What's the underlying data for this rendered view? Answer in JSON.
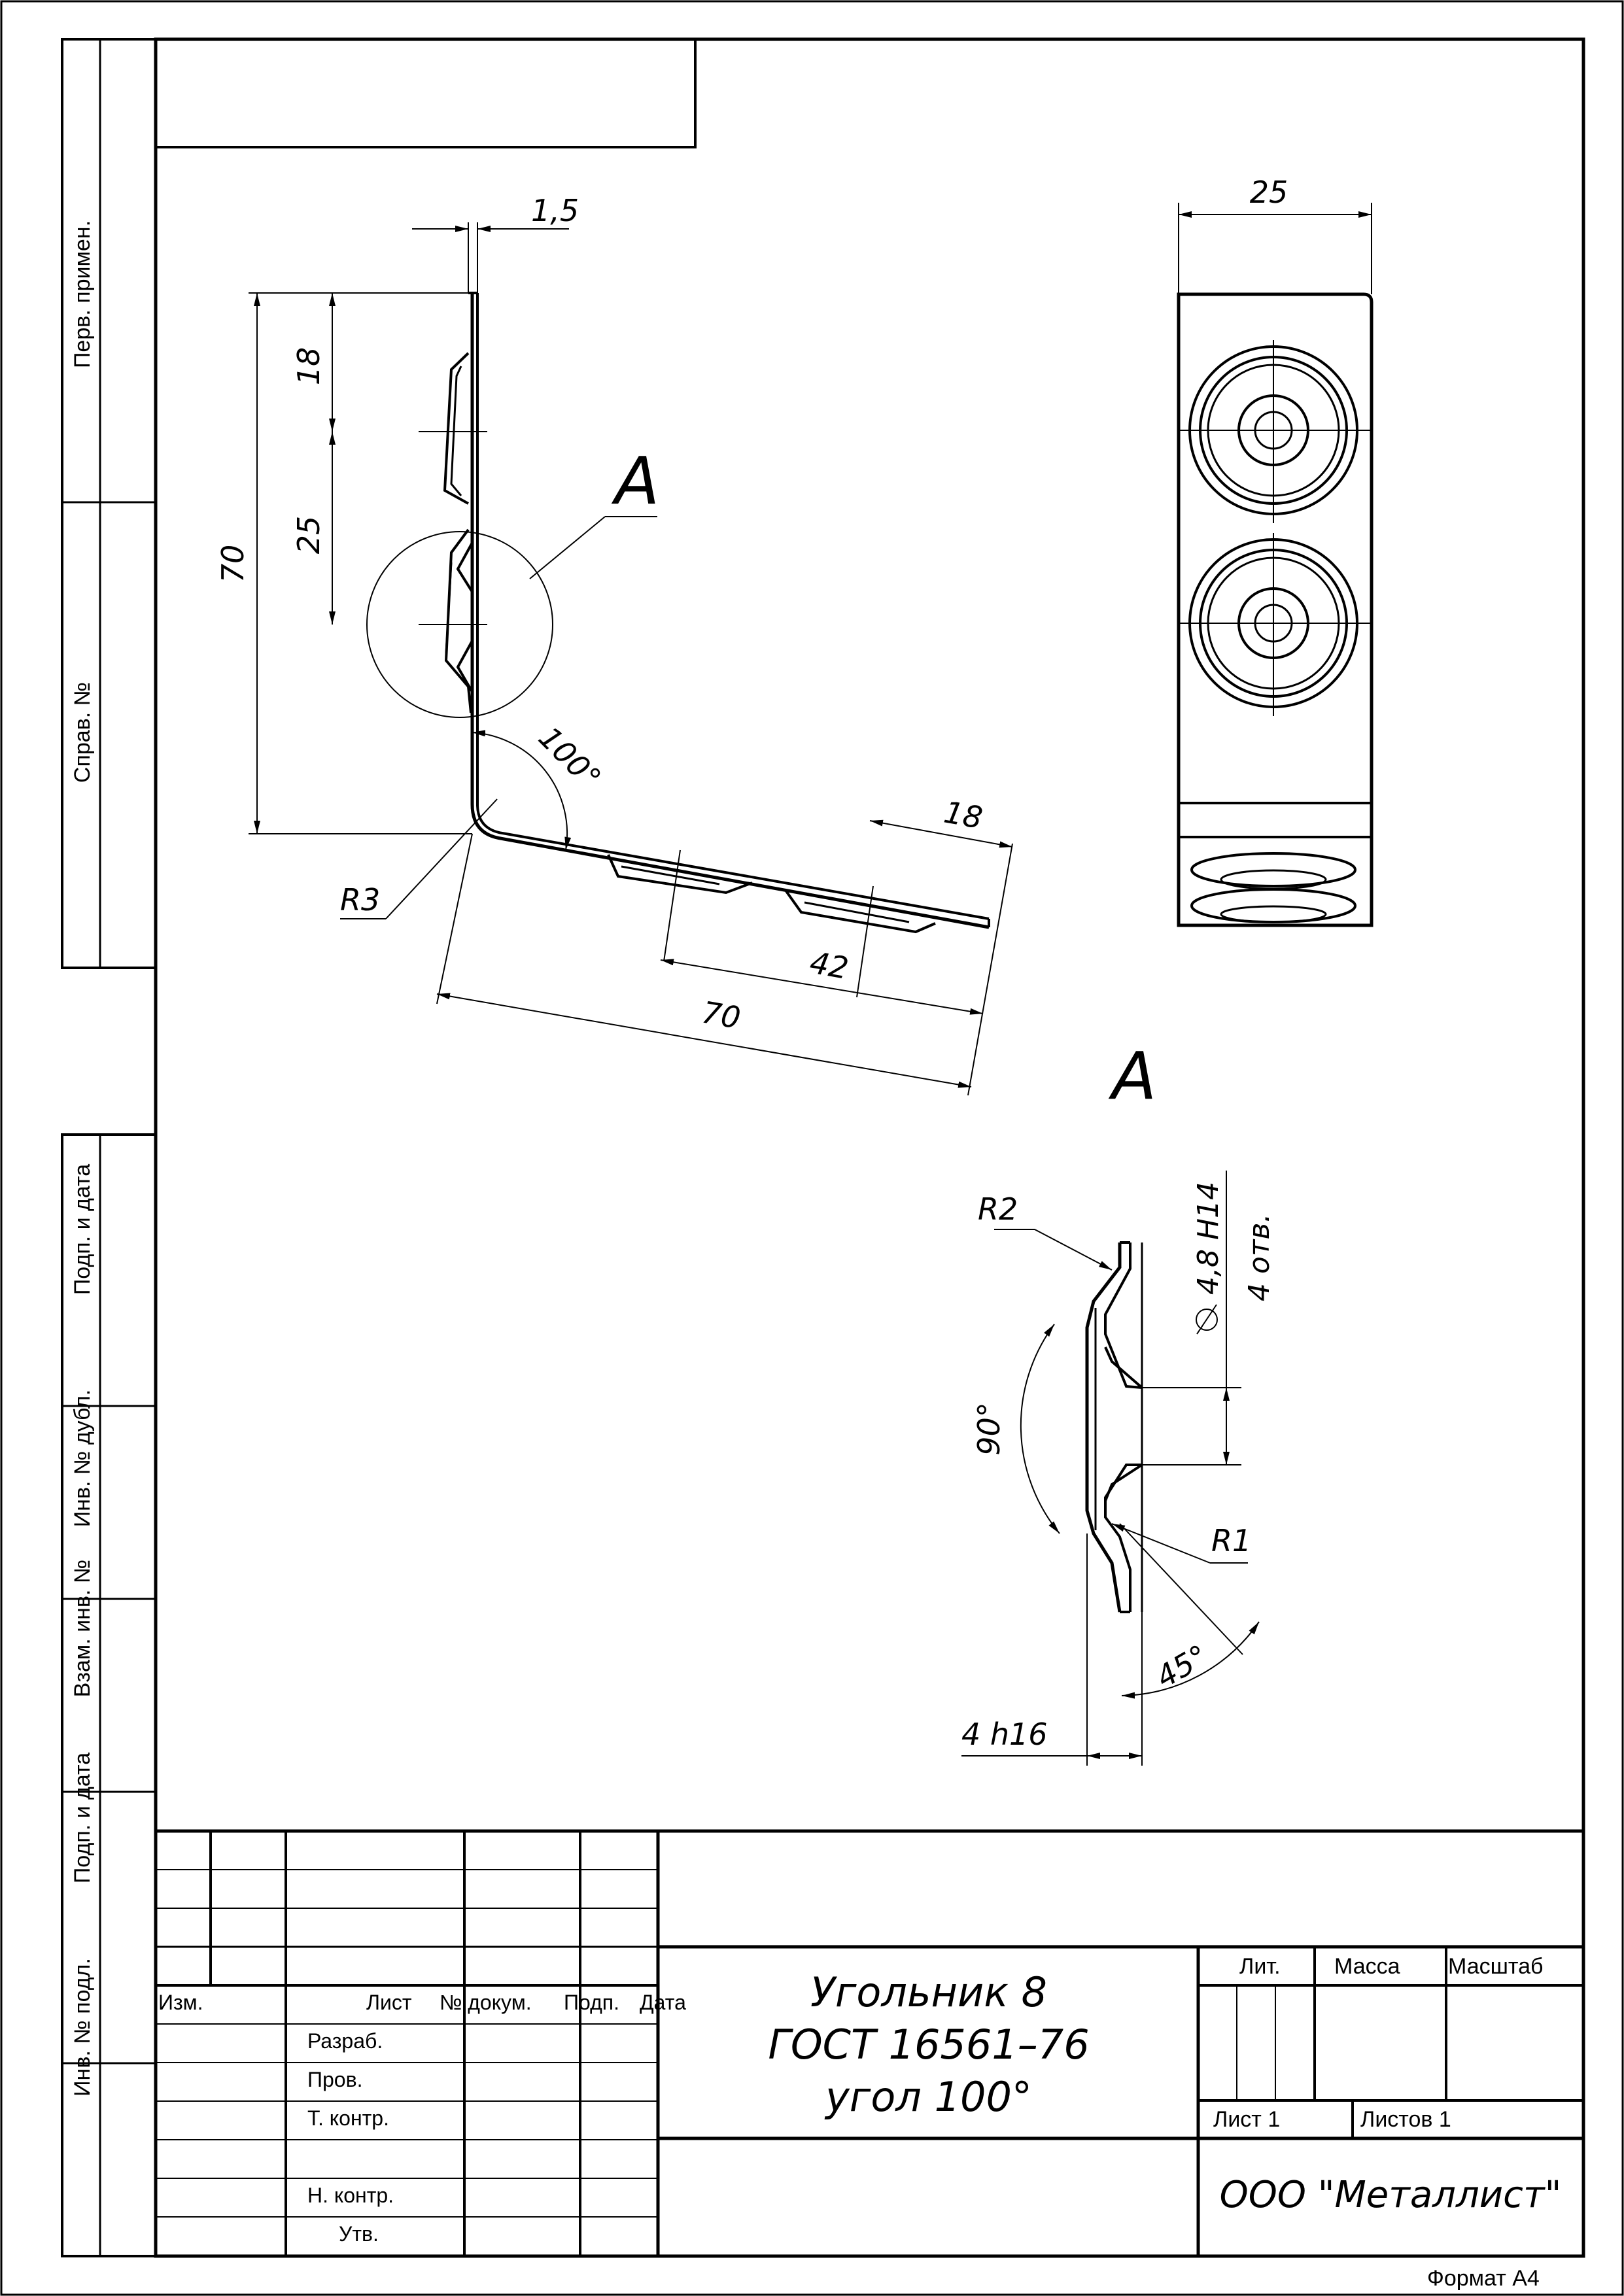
{
  "side_strip": {
    "perv_primen": "Перв. примен.",
    "sprav_no": "Справ. №",
    "podp_data_1": "Подп. и дата",
    "inv_no_dubl": "Инв. № дубл.",
    "vzam_inv_no": "Взам. инв. №",
    "podp_data_2": "Подп. и дата",
    "inv_no_podl": "Инв. № подл."
  },
  "drawing": {
    "dims": {
      "thickness": "1,5",
      "top_offset": "18",
      "hole_pitch": "25",
      "leg_height": "70",
      "angle": "100°",
      "bend_radius": "R3",
      "foot_end": "18",
      "foot_holes": "42",
      "foot_length": "70",
      "width": "25"
    },
    "view_label": "А",
    "detail_label": "А",
    "detail": {
      "r2": "R2",
      "hole": "4,8 H14",
      "hole_count": "4 отв.",
      "angle_90": "90°",
      "r1": "R1",
      "angle_45": "45°",
      "depth": "4 h16"
    }
  },
  "title_block": {
    "col_izm": "Изм.",
    "col_list": "Лист",
    "col_ndokum": "№ докум.",
    "col_podp": "Подп.",
    "col_data": "Дата",
    "row_razrab": "Разраб.",
    "row_prov": "Пров.",
    "row_tkontr": "Т. контр.",
    "row_nkontr": "Н. контр.",
    "row_utv": "Утв.",
    "name_line1": "Угольник 8",
    "name_line2": "ГОСТ 16561–76",
    "name_line3": "угол 100°",
    "col_lit": "Лит.",
    "col_massa": "Масса",
    "col_masshtab": "Масштаб",
    "sheet": "Лист 1",
    "sheets": "Листов 1",
    "company": "ООО \"Металлист\""
  },
  "format": "Формат А4"
}
